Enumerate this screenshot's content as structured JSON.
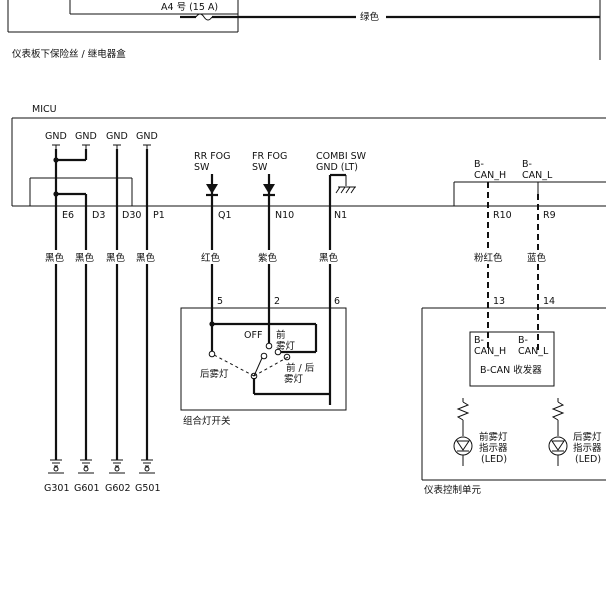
{
  "top_box": {
    "fuse_label": "A4 号 (15 A)",
    "wire_color": "绿色"
  },
  "panel": {
    "title": "仪表板下保险丝 / 继电器盒"
  },
  "micu": {
    "title": "MICU",
    "gnd_labels": [
      "GND",
      "GND",
      "GND",
      "GND"
    ],
    "terminals": [
      "E6",
      "D3",
      "D30",
      "P1"
    ]
  },
  "switches": {
    "rr_fog": {
      "line1": "RR FOG",
      "line2": "SW",
      "terminal": "Q1",
      "wire": "红色",
      "pin": "5"
    },
    "fr_fog": {
      "line1": "FR FOG",
      "line2": "SW",
      "terminal": "N10",
      "wire": "紫色",
      "pin": "2"
    },
    "combi": {
      "line1": "COMBI SW",
      "line2": "GND (LT)",
      "terminal": "N1",
      "wire": "黑色",
      "pin": "6"
    }
  },
  "gnd_wires": [
    "黑色",
    "黑色",
    "黑色",
    "黑色"
  ],
  "grounds": [
    "G301",
    "G601",
    "G602",
    "G501"
  ],
  "can": {
    "h": {
      "line1": "B-",
      "line2": "CAN_H",
      "terminal": "R10",
      "wire": "粉红色",
      "pin": "13"
    },
    "l": {
      "line1": "B-",
      "line2": "CAN_L",
      "terminal": "R9",
      "wire": "蓝色",
      "pin": "14"
    }
  },
  "combo_switch": {
    "title": "组合灯开关",
    "off": "OFF",
    "front_fog_1": "前",
    "front_fog_2": "雾灯",
    "rear_fog": "后雾灯",
    "front_rear_1": "前 / 后",
    "front_rear_2": "雾灯"
  },
  "gauge": {
    "title": "仪表控制单元",
    "transceiver": {
      "h1": "B-",
      "h2": "CAN_H",
      "l1": "B-",
      "l2": "CAN_L",
      "name": "B-CAN 收发器"
    },
    "front_ind": [
      "前雾灯",
      "指示器",
      "(LED)"
    ],
    "rear_ind": [
      "后雾灯",
      "指示器",
      "(LED)"
    ]
  }
}
